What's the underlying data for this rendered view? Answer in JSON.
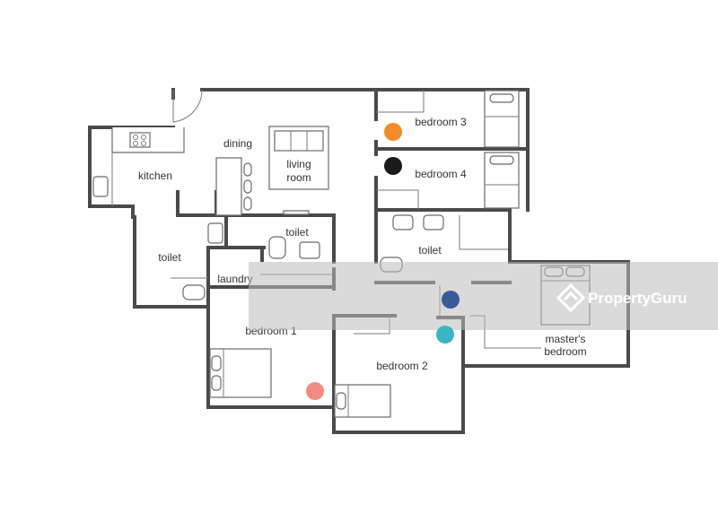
{
  "rooms": {
    "kitchen": "kitchen",
    "dining": "dining",
    "living_line1": "living",
    "living_line2": "room",
    "bedroom3": "bedroom 3",
    "bedroom4": "bedroom 4",
    "toilet_left": "toilet",
    "toilet_center": "toilet",
    "toilet_right": "toilet",
    "laundry": "laundry",
    "bedroom1": "bedroom 1",
    "bedroom2": "bedroom 2",
    "master_line1": "master's",
    "master_line2": "bedroom"
  },
  "markers": {
    "bedroom3": "#f28c28",
    "bedroom4": "#1a1a1a",
    "corridor": "#3a5a9c",
    "bedroom2": "#3ab5c4",
    "bedroom1": "#f28b82"
  },
  "watermark": {
    "text": "PropertyGuru",
    "logo": "propertyguru-logo-icon"
  }
}
